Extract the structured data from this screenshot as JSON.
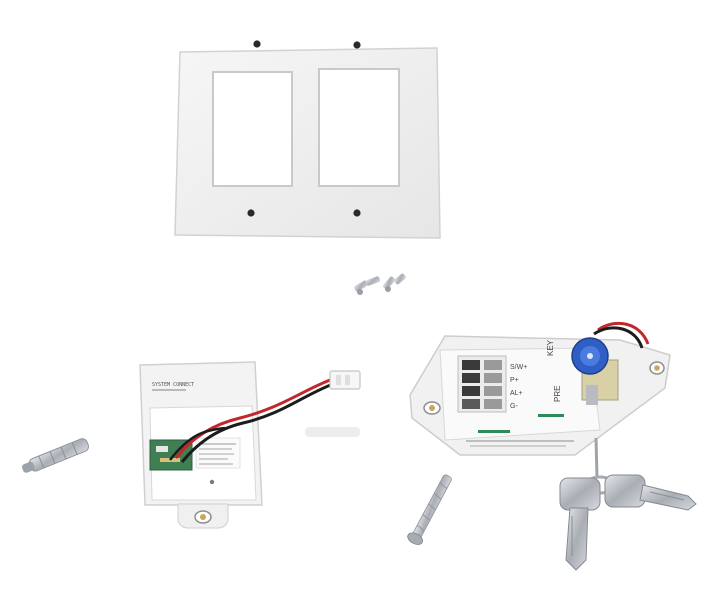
{
  "terminal_labels": [
    "S/W+",
    "P+",
    "AL+",
    "G-"
  ],
  "module_label": "SYSTEM CONNECT",
  "switch_labels": [
    "KEY",
    "PRE"
  ],
  "colors": {
    "plate": "#f1f1f1",
    "pcb_green": "#3f7f52",
    "wire_red": "#c0282d",
    "wire_black": "#1c1c1c",
    "key_blue": "#2f5fc4",
    "metal": "#b8bcc2"
  }
}
